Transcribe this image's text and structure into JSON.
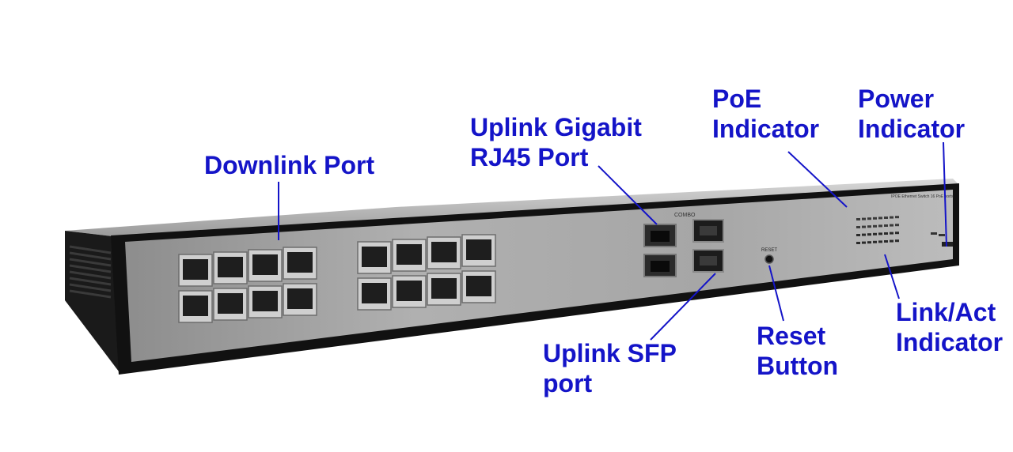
{
  "callouts": {
    "downlink": {
      "lines": [
        "Downlink Port"
      ]
    },
    "uplink_rj45": {
      "lines": [
        "Uplink Gigabit",
        "RJ45 Port"
      ]
    },
    "poe_indicator": {
      "lines": [
        "PoE",
        "Indicator"
      ]
    },
    "power_indicator": {
      "lines": [
        "Power",
        "Indicator"
      ]
    },
    "uplink_sfp": {
      "lines": [
        "Uplink SFP",
        "port"
      ]
    },
    "reset_button": {
      "lines": [
        "Reset",
        "Button"
      ]
    },
    "link_act_indicator": {
      "lines": [
        "Link/Act",
        "Indicator"
      ]
    }
  },
  "device": {
    "combo_label": "COMBO",
    "reset_label": "RESET",
    "model_text": "IPOE Ethernet Switch 16 PoE ports",
    "downlink_port_count": 16,
    "uplink_rj45_count": 2,
    "uplink_sfp_count": 2
  },
  "colors": {
    "callout_text": "#1414c8",
    "leader_line": "#1414c8",
    "chassis_frame": "#111111",
    "front_panel": "#a3a3a3"
  }
}
